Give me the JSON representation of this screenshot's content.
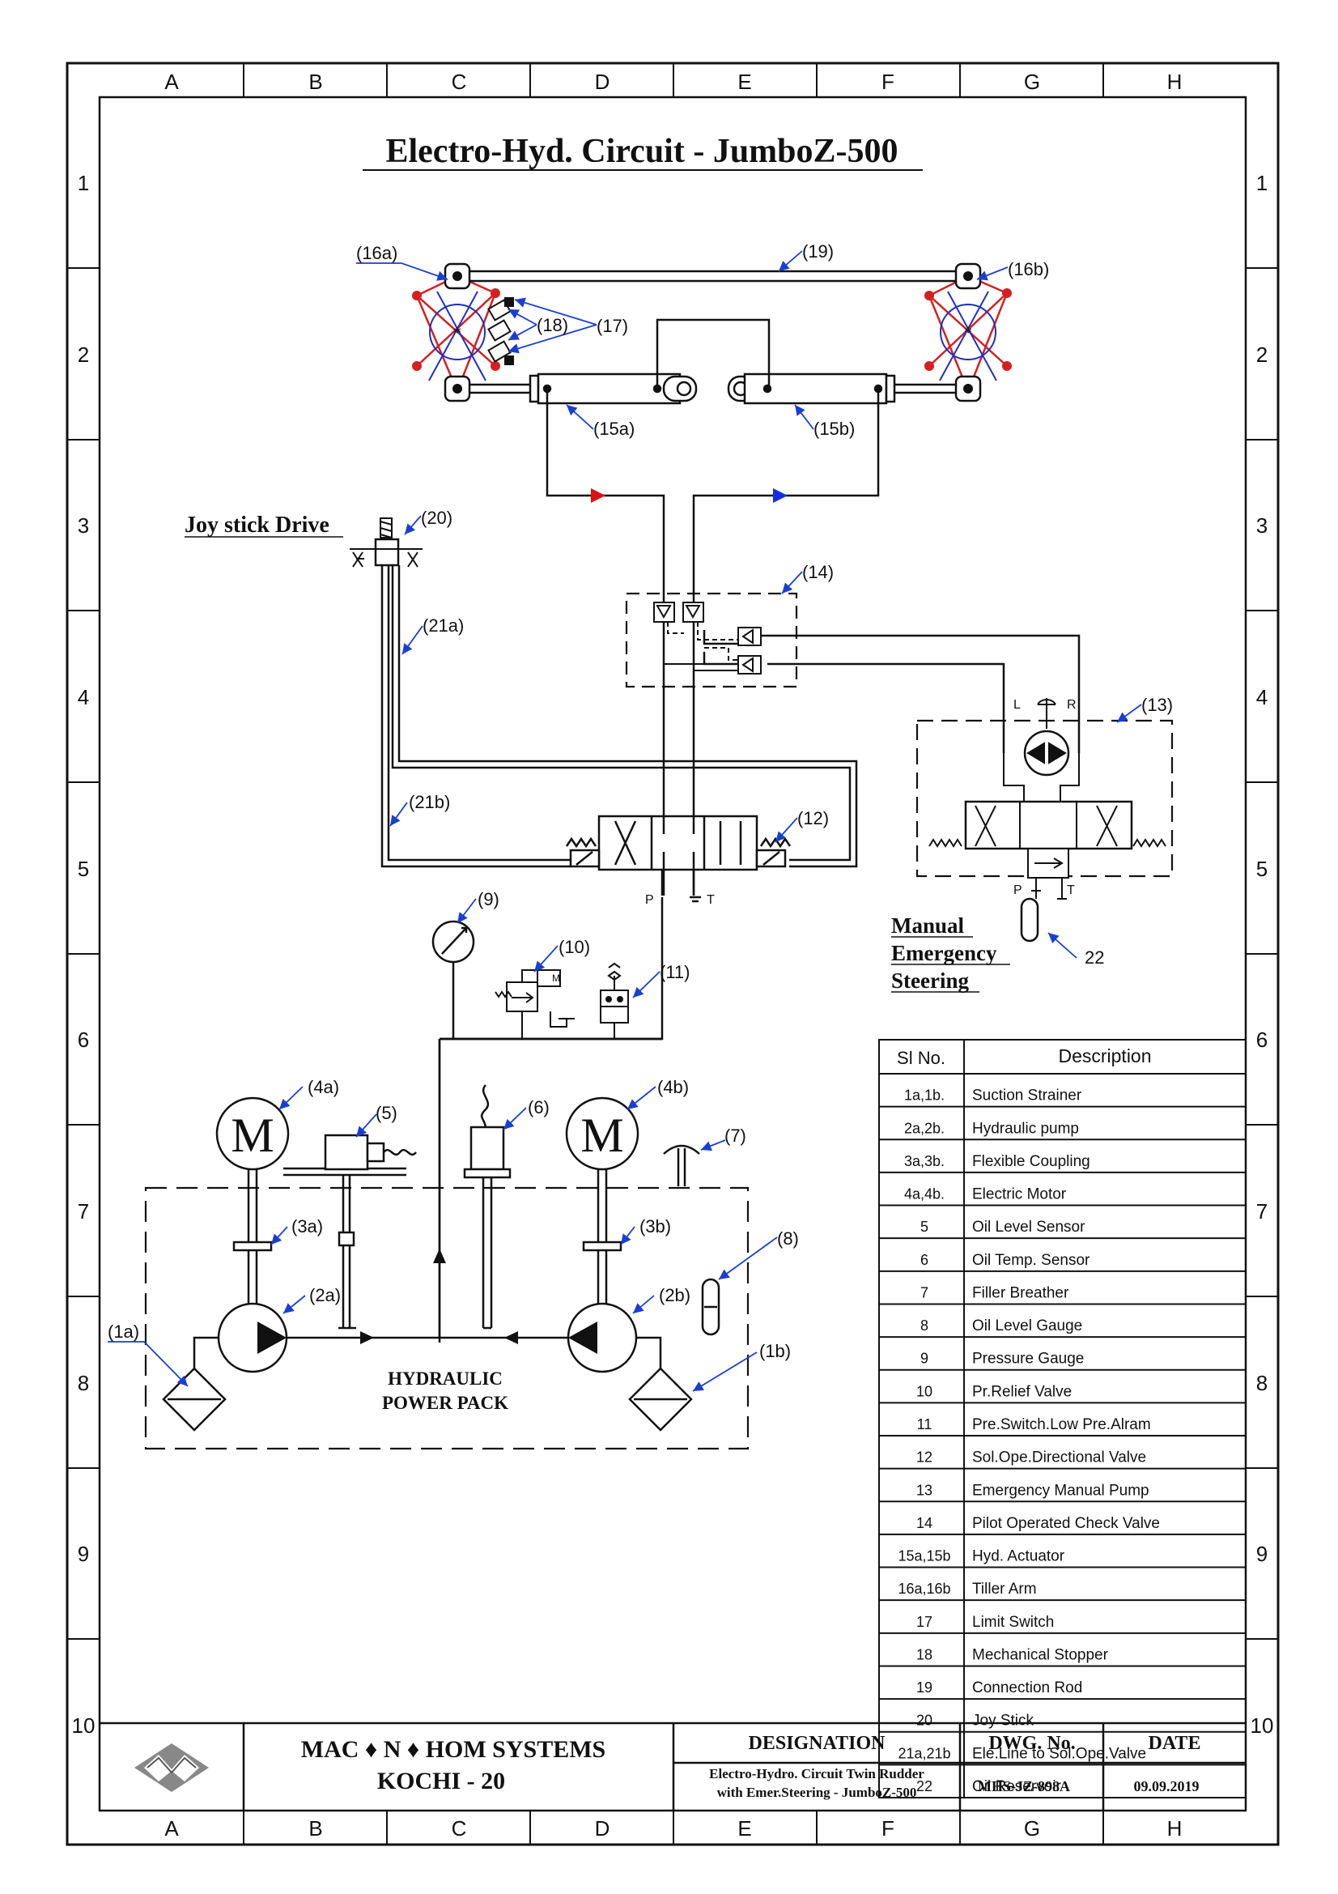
{
  "title": "Electro-Hyd. Circuit - JumboZ-500",
  "grid": {
    "columns": [
      "A",
      "B",
      "C",
      "D",
      "E",
      "F",
      "G",
      "H"
    ],
    "rows": [
      "1",
      "2",
      "3",
      "4",
      "5",
      "6",
      "7",
      "8",
      "9",
      "10"
    ]
  },
  "callouts": {
    "c16a": "(16a)",
    "c16b": "(16b)",
    "c19": "(19)",
    "c18": "(18)",
    "c17": "(17)",
    "c15a": "(15a)",
    "c15b": "(15b)",
    "c20": "(20)",
    "c14": "(14)",
    "c21a": "(21a)",
    "c21b": "(21b)",
    "c12": "(12)",
    "c13": "(13)",
    "c9": "(9)",
    "c10": "(10)",
    "c11": "(11)",
    "c22": "22",
    "c4a": "(4a)",
    "c4b": "(4b)",
    "c5": "(5)",
    "c6": "(6)",
    "c7": "(7)",
    "c3a": "(3a)",
    "c3b": "(3b)",
    "c8": "(8)",
    "c2a": "(2a)",
    "c2b": "(2b)",
    "c1a": "(1a)",
    "c1b": "(1b)"
  },
  "labels": {
    "joystick_drive": "Joy stick Drive",
    "manual_line1": "Manual",
    "manual_line2": "Emergency",
    "manual_line3": "Steering",
    "power_pack_line1": "HYDRAULIC",
    "power_pack_line2": "POWER PACK",
    "motor_symbol": "M",
    "port_p": "P",
    "port_t": "T",
    "port_l": "L",
    "port_r": "R",
    "relief_m": "M"
  },
  "legend": {
    "header_no": "Sl No.",
    "header_desc": "Description",
    "rows": [
      {
        "no": "1a,1b.",
        "desc": "Suction Strainer"
      },
      {
        "no": "2a,2b.",
        "desc": "Hydraulic pump"
      },
      {
        "no": "3a,3b.",
        "desc": "Flexible Coupling"
      },
      {
        "no": "4a,4b.",
        "desc": "Electric Motor"
      },
      {
        "no": "5",
        "desc": "Oil Level Sensor"
      },
      {
        "no": "6",
        "desc": "Oil Temp. Sensor"
      },
      {
        "no": "7",
        "desc": "Filler Breather"
      },
      {
        "no": "8",
        "desc": "Oil Level Gauge"
      },
      {
        "no": "9",
        "desc": "Pressure Gauge"
      },
      {
        "no": "10",
        "desc": "Pr.Relief Valve"
      },
      {
        "no": "11",
        "desc": "Pre.Switch.Low Pre.Alram"
      },
      {
        "no": "12",
        "desc": "Sol.Ope.Directional Valve"
      },
      {
        "no": "13",
        "desc": "Emergency Manual Pump"
      },
      {
        "no": "14",
        "desc": "Pilot Operated Check Valve"
      },
      {
        "no": "15a,15b",
        "desc": "Hyd. Actuator"
      },
      {
        "no": "16a,16b",
        "desc": "Tiller Arm"
      },
      {
        "no": "17",
        "desc": "Limit Switch"
      },
      {
        "no": "18",
        "desc": "Mechanical Stopper"
      },
      {
        "no": "19",
        "desc": "Connection Rod"
      },
      {
        "no": "20",
        "desc": "Joy Stick"
      },
      {
        "no": "21a,21b",
        "desc": "Ele.Line to Sol.Ope.Valve"
      },
      {
        "no": "22",
        "desc": "Oil Reservoir"
      }
    ]
  },
  "title_block": {
    "company_line1": "MAC ♦ N ♦ HOM SYSTEMS",
    "company_line2": "KOCHI - 20",
    "designation_label": "DESIGNATION",
    "designation_line1": "Electro-Hydro. Circuit Twin Rudder",
    "designation_line2": "with Emer.Steering - JumboZ-500",
    "dwg_label": "DWG. No.",
    "dwg_value": "MHS-JZ-898A",
    "date_label": "DATE",
    "date_value": "09.09.2019"
  },
  "colors": {
    "line": "#111111",
    "red_arm": "#d42020",
    "blue_arm": "#2030c0",
    "leader": "#1a3fd0",
    "flow_red": "#e01010",
    "flow_blue": "#1030e0"
  }
}
